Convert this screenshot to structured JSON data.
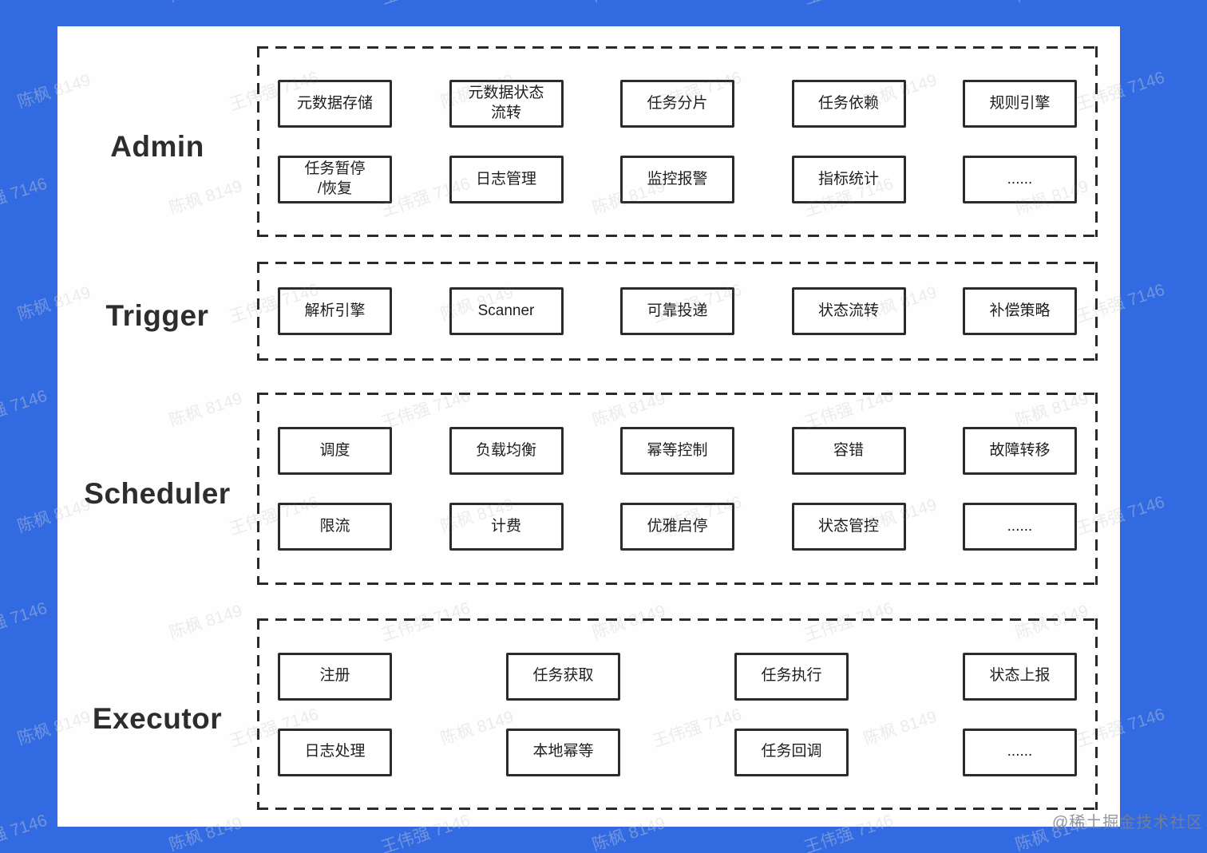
{
  "page": {
    "background_color": "#326ae2",
    "card_color": "#fefefe",
    "line_color": "#2b2b2b"
  },
  "watermarks": {
    "tile_texts": [
      "王伟强 7146",
      "陈枫 8149"
    ],
    "credit": "@稀土掘金技术社区"
  },
  "sections": [
    {
      "id": "admin",
      "label": "Admin",
      "rows": [
        [
          {
            "id": "metadata-storage",
            "label": "元数据存储"
          },
          {
            "id": "metadata-state-flow",
            "label": "元数据状态\n流转"
          },
          {
            "id": "task-sharding",
            "label": "任务分片"
          },
          {
            "id": "task-dependency",
            "label": "任务依赖"
          },
          {
            "id": "rule-engine",
            "label": "规则引擎"
          }
        ],
        [
          {
            "id": "task-pause-resume",
            "label": "任务暂停\n/恢复"
          },
          {
            "id": "log-management",
            "label": "日志管理"
          },
          {
            "id": "monitor-alert",
            "label": "监控报警"
          },
          {
            "id": "metric-stats",
            "label": "指标统计"
          },
          {
            "id": "admin-more",
            "label": "......"
          }
        ]
      ]
    },
    {
      "id": "trigger",
      "label": "Trigger",
      "rows": [
        [
          {
            "id": "parse-engine",
            "label": "解析引擎"
          },
          {
            "id": "scanner",
            "label": "Scanner"
          },
          {
            "id": "reliable-delivery",
            "label": "可靠投递"
          },
          {
            "id": "state-flow",
            "label": "状态流转"
          },
          {
            "id": "compensation-strategy",
            "label": "补偿策略"
          }
        ]
      ]
    },
    {
      "id": "scheduler",
      "label": "Scheduler",
      "rows": [
        [
          {
            "id": "dispatch",
            "label": "调度"
          },
          {
            "id": "load-balance",
            "label": "负载均衡"
          },
          {
            "id": "idempotent-control",
            "label": "幂等控制"
          },
          {
            "id": "fault-tolerance",
            "label": "容错"
          },
          {
            "id": "failover",
            "label": "故障转移"
          }
        ],
        [
          {
            "id": "rate-limit",
            "label": "限流"
          },
          {
            "id": "billing",
            "label": "计费"
          },
          {
            "id": "graceful-start-stop",
            "label": "优雅启停"
          },
          {
            "id": "state-control",
            "label": "状态管控"
          },
          {
            "id": "scheduler-more",
            "label": "......"
          }
        ]
      ]
    },
    {
      "id": "executor",
      "label": "Executor",
      "rows": [
        [
          {
            "id": "register",
            "label": "注册"
          },
          {
            "id": "task-fetch",
            "label": "任务获取"
          },
          {
            "id": "task-execute",
            "label": "任务执行"
          },
          {
            "id": "status-report",
            "label": "状态上报"
          }
        ],
        [
          {
            "id": "log-processing",
            "label": "日志处理"
          },
          {
            "id": "local-idempotent",
            "label": "本地幂等"
          },
          {
            "id": "task-callback",
            "label": "任务回调"
          },
          {
            "id": "executor-more",
            "label": "......"
          }
        ]
      ]
    }
  ]
}
